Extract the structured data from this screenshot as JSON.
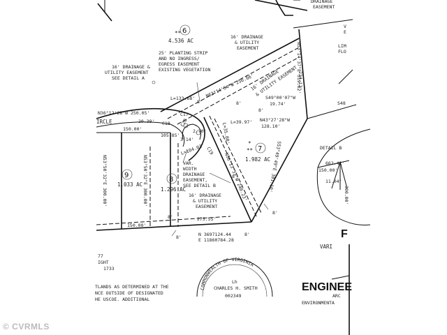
{
  "lots": [
    {
      "num": "6",
      "area": "4.536 AC"
    },
    {
      "num": "7",
      "area": "1.982 AC"
    },
    {
      "num": "8",
      "area": "1.296 AC"
    },
    {
      "num": "9",
      "area": "1.033 AC"
    }
  ],
  "easements": {
    "top_right": "DRAINAGE\nEASEMENT",
    "drainage_16_a": "16' DRAINAGE\n& UTILITY\nEASEMENT",
    "drainage_16_left": "16' DRAINAGE &\nUTILITY EASEMENT\nSEE DETAIL A",
    "planting_strip": "25' PLANTING STRIP\nAND NO INGRESS/\nEGRESS EASEMENT\nEXISTING VEGETATION",
    "drainage_16_diag": "16' DRAINAGE\n& UTILITY EASEMENT",
    "var_width": "VAR.\nWIDTH\nDRAINAGE\nEASEMENT,\nSEE DETAIL B",
    "drainage_16_bottom": "16' DRAINAGE\n& UTILITY\nEASEMENT"
  },
  "bearings": {
    "b1": "N53°14'37\"E 319.02'",
    "b2": "N63°14'54\"W 250.66'",
    "b3": "S49°00'07\"W",
    "b3_dist": "19.74'",
    "b4": "N43°27'28\"W",
    "b4_dist": "128.10'",
    "b5": "S53°49'49\"E 301.10'",
    "b6": "N53°50'32\"E 300.00'",
    "b7": "N53°50'32\"E 300.00'",
    "b8": "N36°12'28\"W 250.05'",
    "b9": "224.12'",
    "b10": "N36°13'31\"W 240.23'",
    "b11": "L=35.80'"
  },
  "distances": {
    "l133": "L=133.68'",
    "l39": "L=39.97'",
    "l104": "L=104.03'",
    "d20": "20.39'",
    "d150a": "150.00'",
    "d105": "105.85'",
    "d270": "2.70'",
    "d314": "3.14'",
    "d150b": "150.00'",
    "d275": "275.55'",
    "c17": "C17",
    "c18": "C18",
    "c19": "C19",
    "c20": "C20",
    "eight": "8'"
  },
  "road": "IRCLE",
  "coords": {
    "n": "N 3697124.44",
    "e": "E 11860784.28"
  },
  "detail": {
    "label": "DETAIL B",
    "d1": "662.41'",
    "d2": "150.00'",
    "d3": "11.04'",
    "d4": "300.00'"
  },
  "notes": {
    "line1": "77",
    "line2": "IGHT",
    "line3": "1733",
    "wetlands1": "TLANDS AS DETERMINED AT THE",
    "wetlands2": "NCE OUTSIDE OF DESIGNATED",
    "wetlands3": "HE USCOE. ADDITIONAL"
  },
  "seal": {
    "arc_text": "COMMONWEALTH OF VIRGINIA",
    "name": "CHARLES H. SMITH",
    "number": "002349"
  },
  "right_labels": {
    "engineer": "ENGINEE",
    "arc": "ARC",
    "env": "ENVIRONMENTA",
    "vari": "VARI",
    "lim": "LIM\nFLO",
    "s48": "S48",
    "vl": "V\nE"
  },
  "watermark": "© CVRMLS"
}
